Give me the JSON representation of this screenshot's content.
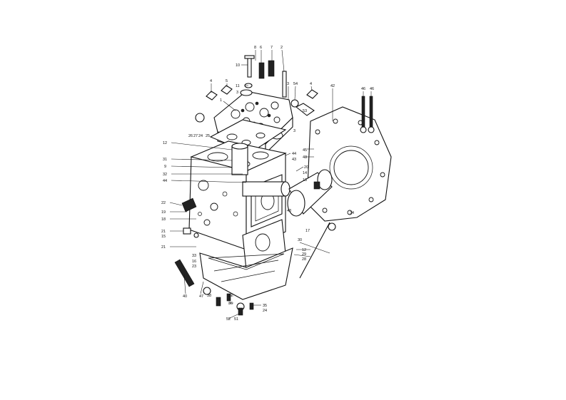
{
  "callouts": [
    {
      "id": "c1",
      "text": "10"
    },
    {
      "id": "c2",
      "text": "8"
    },
    {
      "id": "c3",
      "text": "6"
    },
    {
      "id": "c4",
      "text": "7"
    },
    {
      "id": "c5",
      "text": "2"
    },
    {
      "id": "c6",
      "text": "4"
    },
    {
      "id": "c7",
      "text": "5"
    },
    {
      "id": "c8",
      "text": "11"
    },
    {
      "id": "c9",
      "text": "4"
    },
    {
      "id": "c10",
      "text": "1"
    },
    {
      "id": "c11",
      "text": "3"
    },
    {
      "id": "c12",
      "text": "3"
    },
    {
      "id": "c13",
      "text": "54"
    },
    {
      "id": "c14",
      "text": "53"
    },
    {
      "id": "c15",
      "text": "3"
    },
    {
      "id": "c16",
      "text": "42"
    },
    {
      "id": "c17",
      "text": "46"
    },
    {
      "id": "c18",
      "text": "46"
    },
    {
      "id": "c19",
      "text": "26"
    },
    {
      "id": "c20",
      "text": "27"
    },
    {
      "id": "c21",
      "text": "24"
    },
    {
      "id": "c22",
      "text": "25"
    },
    {
      "id": "c23",
      "text": "12"
    },
    {
      "id": "c24",
      "text": "31"
    },
    {
      "id": "c25",
      "text": "9"
    },
    {
      "id": "c26",
      "text": "32"
    },
    {
      "id": "c27",
      "text": "44"
    },
    {
      "id": "c28",
      "text": "22"
    },
    {
      "id": "c29",
      "text": "19"
    },
    {
      "id": "c30",
      "text": "18"
    },
    {
      "id": "c31",
      "text": "21"
    },
    {
      "id": "c32",
      "text": "15"
    },
    {
      "id": "c33",
      "text": "21"
    },
    {
      "id": "c34",
      "text": "44"
    },
    {
      "id": "c35",
      "text": "43"
    },
    {
      "id": "c36",
      "text": "20"
    },
    {
      "id": "c37",
      "text": "14"
    },
    {
      "id": "c38",
      "text": "13"
    },
    {
      "id": "c39",
      "text": "43"
    },
    {
      "id": "c40",
      "text": "34"
    },
    {
      "id": "c41",
      "text": "17"
    },
    {
      "id": "c42",
      "text": "30"
    },
    {
      "id": "c43",
      "text": "12"
    },
    {
      "id": "c44",
      "text": "29"
    },
    {
      "id": "c45",
      "text": "28"
    },
    {
      "id": "c46",
      "text": "33"
    },
    {
      "id": "c47",
      "text": "16"
    },
    {
      "id": "c48",
      "text": "23"
    },
    {
      "id": "c49",
      "text": "40"
    },
    {
      "id": "c50",
      "text": "47"
    },
    {
      "id": "c51",
      "text": "38"
    },
    {
      "id": "c52",
      "text": "37"
    },
    {
      "id": "c53",
      "text": "36"
    },
    {
      "id": "c54",
      "text": "35"
    },
    {
      "id": "c55",
      "text": "24"
    },
    {
      "id": "c56",
      "text": "52"
    },
    {
      "id": "c57",
      "text": "51"
    },
    {
      "id": "c58",
      "text": "45"
    },
    {
      "id": "c59",
      "text": "48"
    }
  ]
}
